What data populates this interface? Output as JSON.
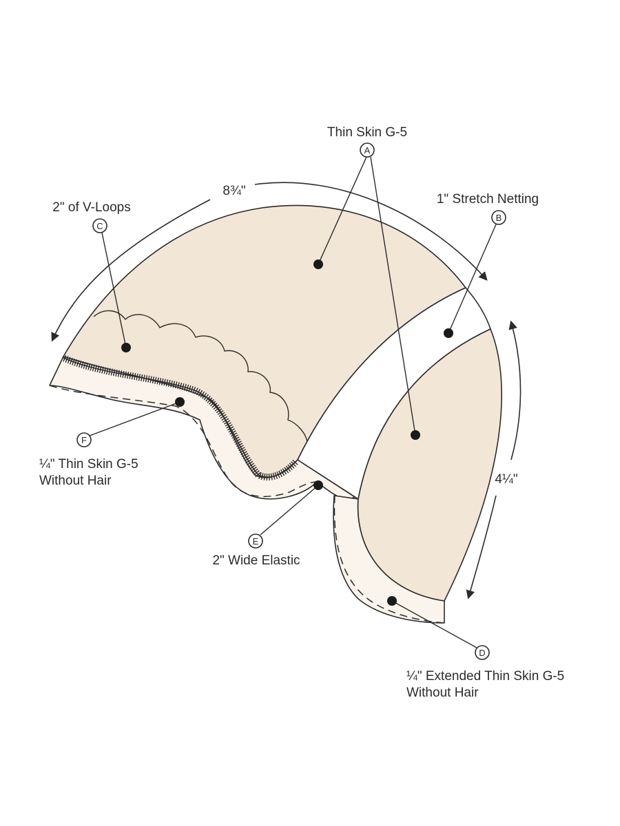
{
  "colors": {
    "skin_fill": "#f2e6d6",
    "extended_fill": "#faf4ec",
    "line": "#2b2b2b",
    "background": "#ffffff"
  },
  "callouts": {
    "A": {
      "letter": "A",
      "label": "Thin Skin G-5"
    },
    "B": {
      "letter": "B",
      "label": "1\" Stretch Netting"
    },
    "C": {
      "letter": "C",
      "label": "2\" of V-Loops"
    },
    "D": {
      "letter": "D",
      "label_line1": "¼\" Extended Thin Skin G-5",
      "label_line2": "Without Hair"
    },
    "E": {
      "letter": "E",
      "label": "2\" Wide Elastic"
    },
    "F": {
      "letter": "F",
      "label_line1": "¼\" Thin Skin G-5",
      "label_line2": "Without Hair"
    }
  },
  "dimensions": {
    "top_arc": "8¾\"",
    "side_arc": "4¼\""
  }
}
